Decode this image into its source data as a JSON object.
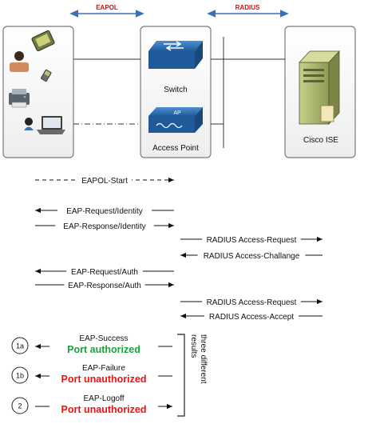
{
  "header": {
    "eapol_label": "EAPOL",
    "radius_label": "RADIUS"
  },
  "nodes": {
    "switch_label": "Switch",
    "ap_label": "Access Point",
    "ap_badge": "AP",
    "ise_label": "Cisco ISE"
  },
  "messages": [
    {
      "label": "EAPOL-Start",
      "dir": "right",
      "style": "dashed"
    },
    {
      "label": "EAP-Request/Identity",
      "dir": "left",
      "style": "solid"
    },
    {
      "label": "EAP-Response/Identity",
      "dir": "right",
      "style": "solid"
    },
    {
      "label": "RADIUS Access-Request",
      "dir": "right",
      "style": "solid"
    },
    {
      "label": "RADIUS Access-Challange",
      "dir": "left",
      "style": "solid"
    },
    {
      "label": "EAP-Request/Auth",
      "dir": "left",
      "style": "solid"
    },
    {
      "label": "EAP-Response/Auth",
      "dir": "right",
      "style": "solid"
    },
    {
      "label": "RADIUS Access-Request",
      "dir": "right",
      "style": "solid"
    },
    {
      "label": "RADIUS Access-Accept",
      "dir": "left",
      "style": "solid"
    }
  ],
  "results": [
    {
      "badge": "1a",
      "label": "EAP-Success",
      "status": "Port authorized",
      "status_color": "#1aa33a",
      "dir": "left"
    },
    {
      "badge": "1b",
      "label": "EAP-Failure",
      "status": "Port unauthorized",
      "status_color": "#ee1111",
      "dir": "left"
    },
    {
      "badge": "2",
      "label": "EAP-Logoff",
      "status": "Port unauthorized",
      "status_color": "#ee1111",
      "dir": "right"
    }
  ],
  "results_note": [
    "three different",
    "results"
  ],
  "colors": {
    "accent_blue": "#3b6fb6",
    "device_blue": "#2d6fb4",
    "line": "#333333",
    "frame": "#7a7a7a"
  },
  "icons": [
    "pda-icon",
    "user-icon",
    "phone-icon",
    "printer-icon",
    "laptop-user-icon",
    "switch-icon",
    "access-point-icon",
    "server-icon"
  ]
}
